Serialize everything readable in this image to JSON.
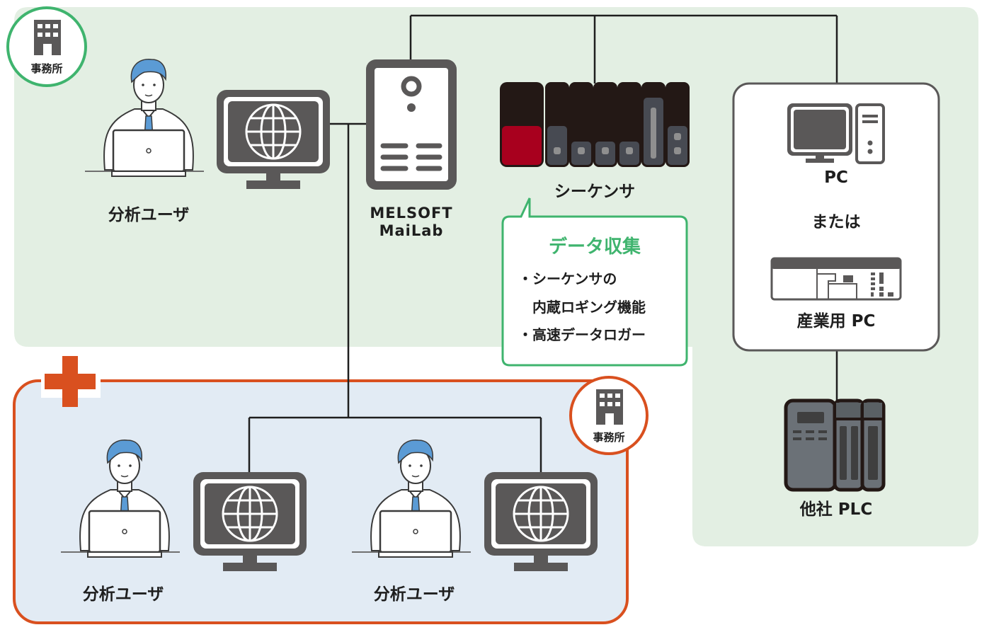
{
  "diagram": {
    "title": "MELSOFT MaiLab system configuration",
    "colors": {
      "office_area_bg": "#e3efe3",
      "remote_area_bg": "#e2ebf4",
      "remote_border": "#d9501f",
      "office_badge_border": "#3fb46e",
      "callout_border": "#3fb46e",
      "callout_title": "#3fb46e",
      "device_gray": "#5a5858",
      "sequencer_red": "#a8001e",
      "sequencer_black": "#231815",
      "user_tie": "#5b9bd5"
    },
    "main_office": {
      "badge_label": "事務所",
      "badge_icon": "building-icon",
      "user_label": "分析ユーザ",
      "monitor_icon": "globe-monitor-icon"
    },
    "server": {
      "icon": "server-icon",
      "label_line1": "MELSOFT",
      "label_line2": "MaiLab"
    },
    "sequencer": {
      "icon": "plc-rack-icon",
      "label": "シーケンサ"
    },
    "callout": {
      "title": "データ収集",
      "lines": [
        "・シーケンサの",
        "　内蔵ロギング機能",
        "・高速データロガー"
      ]
    },
    "pc_box": {
      "pc_label": "PC",
      "or_label": "または",
      "ipc_label": "産業用 PC",
      "pc_icon": "desktop-pc-icon",
      "ipc_icon": "industrial-pc-icon"
    },
    "other_plc": {
      "icon": "other-plc-icon",
      "label": "他社 PLC"
    },
    "remote_office": {
      "add_icon": "plus-icon",
      "badge_label": "事務所",
      "badge_icon": "building-icon",
      "users": [
        {
          "label": "分析ユーザ"
        },
        {
          "label": "分析ユーザ"
        }
      ]
    },
    "connections": [
      {
        "from": "main-office-monitor",
        "to": "mailab-server"
      },
      {
        "from": "mailab-server",
        "to": "sequencer"
      },
      {
        "from": "mailab-server",
        "to": "pc-box"
      },
      {
        "from": "pc-box",
        "to": "other-plc"
      },
      {
        "from": "mailab-server",
        "to": "remote-user-1-monitor"
      },
      {
        "from": "mailab-server",
        "to": "remote-user-2-monitor"
      }
    ]
  }
}
